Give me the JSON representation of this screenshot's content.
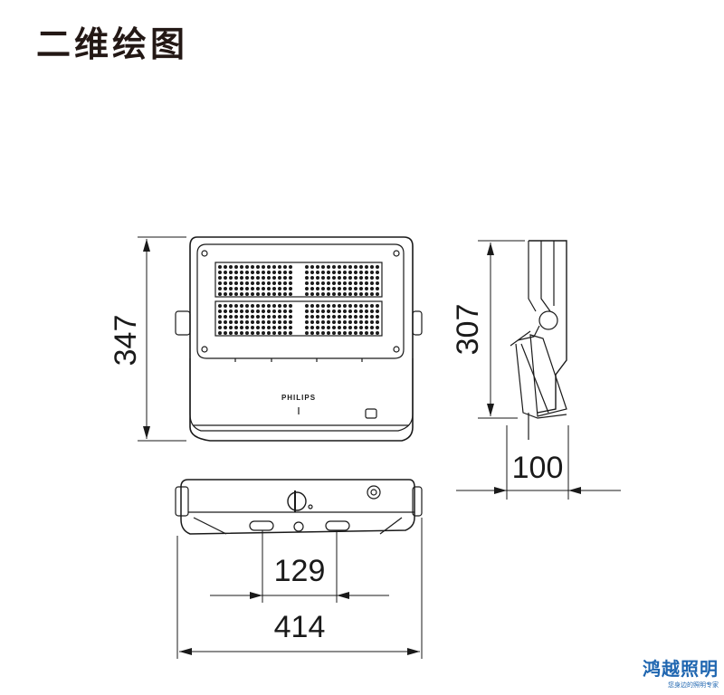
{
  "header": {
    "title": "二维绘图"
  },
  "dimensions": {
    "front_height": "347",
    "side_height": "307",
    "side_depth": "100",
    "bottom_inner_width": "129",
    "bottom_total_width": "414"
  },
  "front_view": {
    "brand_text": "PHILIPS"
  },
  "watermark": {
    "name": "鸿越照明",
    "slogan": "您身边的照明专家"
  },
  "colors": {
    "line": "#1a1a1a",
    "accent": "#1f66b0"
  }
}
